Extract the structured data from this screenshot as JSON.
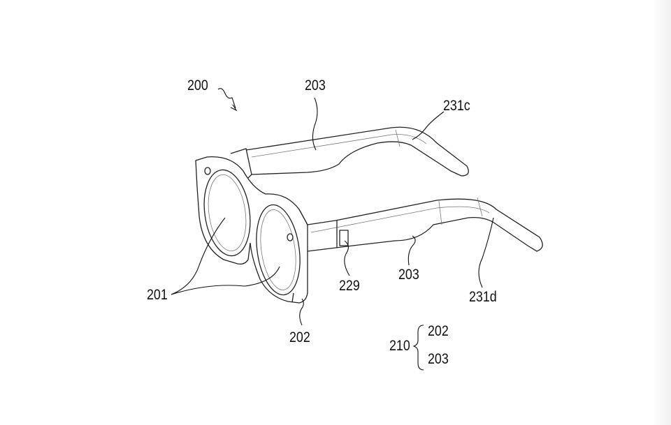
{
  "figure": {
    "labels": {
      "device": "200",
      "temple_top": "203",
      "temple_end_top": "231c",
      "lenses": "201",
      "hinge": "229",
      "temple_bottom": "203",
      "temple_end_bottom": "231d",
      "frame": "202",
      "group": "210",
      "group_item_1": "202",
      "group_item_2": "203"
    }
  }
}
